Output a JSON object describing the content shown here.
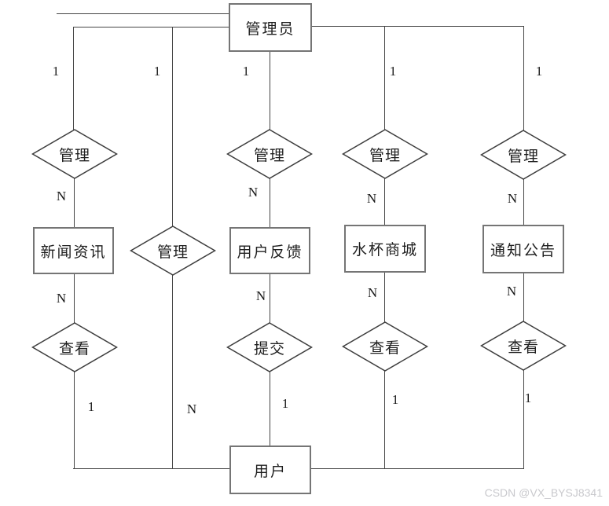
{
  "diagram": {
    "entities": {
      "admin": {
        "label": "管理员"
      },
      "news": {
        "label": "新闻资讯"
      },
      "feedback": {
        "label": "用户反馈"
      },
      "mall": {
        "label": "水杯商城"
      },
      "notice": {
        "label": "通知公告"
      },
      "user": {
        "label": "用户"
      }
    },
    "relations": {
      "manage_news": {
        "label": "管理"
      },
      "manage_center": {
        "label": "管理"
      },
      "manage_feedback": {
        "label": "管理"
      },
      "manage_mall": {
        "label": "管理"
      },
      "manage_notice": {
        "label": "管理"
      },
      "view_news": {
        "label": "查看"
      },
      "submit_feedback": {
        "label": "提交"
      },
      "view_mall": {
        "label": "查看"
      },
      "view_notice": {
        "label": "查看"
      }
    },
    "cardinalities": {
      "top1": "1",
      "top2": "1",
      "top3": "1",
      "top4": "1",
      "top5": "1",
      "upn1": "N",
      "upn3": "N",
      "upn4": "N",
      "upn5": "N",
      "lown1": "N",
      "lown3": "N",
      "lown4": "N",
      "lown5": "N",
      "bot1": "1",
      "botn2": "N",
      "bot3": "1",
      "bot4": "1",
      "bot5": "1"
    }
  },
  "watermark": {
    "text": "CSDN @VX_BYSJ8341"
  }
}
